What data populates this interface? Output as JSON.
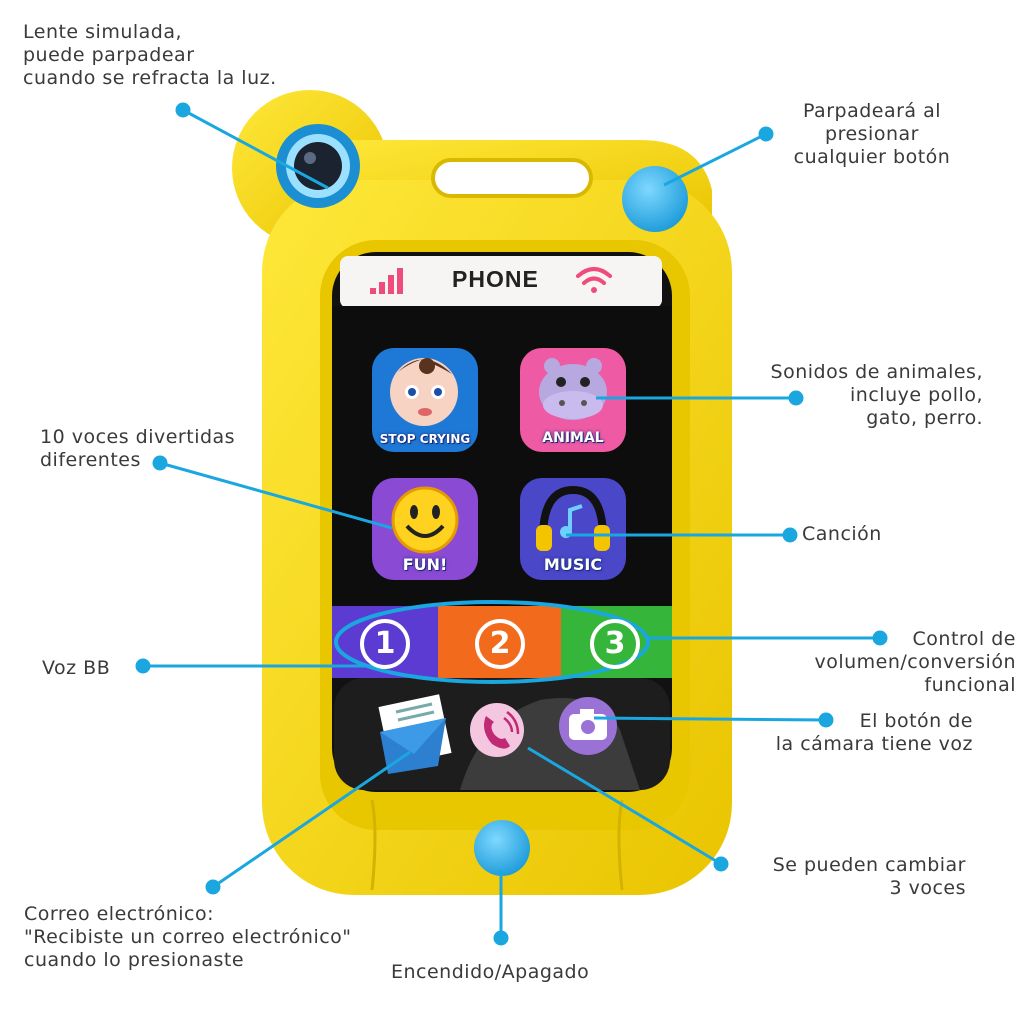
{
  "phone": {
    "title": "PHONE",
    "apps": [
      {
        "label": "STOP CRYING",
        "icon": "baby-face-icon"
      },
      {
        "label": "ANIMAL",
        "icon": "hippo-icon"
      },
      {
        "label": "FUN!",
        "icon": "smiley-icon"
      },
      {
        "label": "MUSIC",
        "icon": "headphones-music-icon"
      }
    ],
    "number_keys": [
      "1",
      "2",
      "3"
    ],
    "bottom_icons": [
      "mail-icon",
      "phone-call-icon",
      "camera-icon"
    ],
    "status_icons": [
      "signal-bars-icon",
      "wifi-icon"
    ]
  },
  "annotations": {
    "lens": "Lente simulada,\npuede parpadear\ncuando se refracta la luz.",
    "blink": "Parpadeará al\npresionar\ncualquier botón",
    "animals": "Sonidos de animales,\nincluye pollo,\ngato, perro.",
    "voices": "10 voces divertidas\ndiferentes",
    "song": "Canción",
    "baby_voice": "Voz BB",
    "volume": "Control de\nvolumen/conversión\nfuncional",
    "camera": "El botón de\nla cámara tiene voz",
    "email": "Correo electrónico:\n\"Recibiste un correo electrónico\"\ncuando lo presionaste",
    "change_voices": "Se pueden cambiar\n3 voces",
    "power": "Encendido/Apagado"
  },
  "colors": {
    "body": "#f5d80f",
    "callout": "#1aa7e0",
    "label": "#3a3a3a",
    "key1": "#5b3bd1",
    "key2": "#f26a1b",
    "key3": "#35b53a"
  }
}
